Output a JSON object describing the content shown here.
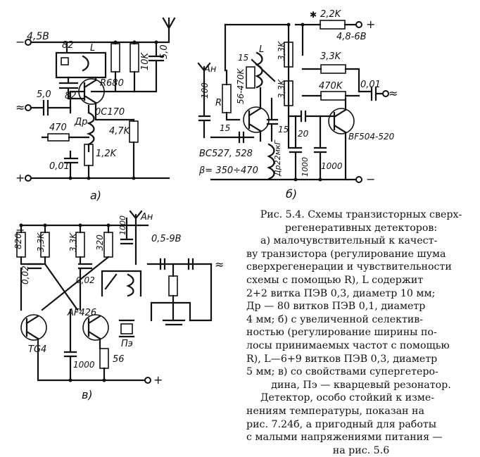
{
  "circuit_a": {
    "label": "а)",
    "supply": "4,5В",
    "plus": "+",
    "minus": "−",
    "input": "≈",
    "components": [
      "82",
      "L",
      "82",
      "R680",
      "10K",
      "5,0",
      "5,0",
      "0C170",
      "Др",
      "470",
      "4,7K",
      "1,2K",
      "0,01"
    ]
  },
  "circuit_b": {
    "label": "б)",
    "antenna": "Ан",
    "supply": "4,8-6В",
    "star_resistor": "2,2K",
    "star": "✱",
    "output": "≈",
    "plus": "+",
    "minus": "−",
    "components": [
      "100",
      "R",
      "56-470K",
      "15",
      "L",
      "15",
      "3,3K",
      "3,3K",
      "3,3K",
      "470K",
      "0,01",
      "20",
      "1000",
      "1000",
      "Др22мкГ",
      "15",
      "BF504-520"
    ],
    "transistor_note": "BC527, 528",
    "beta": "β= 350÷470"
  },
  "circuit_c": {
    "label": "в)",
    "antenna": "Ан",
    "supply": "0,5-9В",
    "output": "≈",
    "plus": "+",
    "minus": "−",
    "components": [
      "820",
      "3,3K",
      "3,3K",
      "320",
      "1000",
      "0,02",
      "0,02",
      "TG4",
      "AF426",
      "Пэ",
      "1000",
      "56"
    ]
  },
  "caption": {
    "title_1": "Рис. 5.4. Схемы транзисторных сверх-",
    "title_2": "регенеративных детекторов:",
    "body": [
      "а) малочувствительный к качест-",
      "ву транзистора (регулирование шума",
      "сверхрегенерации и чувствительности",
      "схемы с помощью R), L содержит",
      "2+2 витка ПЭВ 0,3, диаметр 10 мм;",
      "Др — 80 витков ПЭВ 0,1, диаметр",
      "4 мм; б) с увеличенной селектив-",
      "ностью (регулирование ширины по-",
      "лосы принимаемых частот с помощью",
      "R), L—6+9 витков ПЭВ 0,3, диаметр",
      "5 мм; в) со свойствами супергетеро-",
      "дина, Пэ — кварцевый резонатор."
    ],
    "para2": [
      "Детектор, особо стойкий к изме-",
      "нениям температуры, показан на",
      "рис. 7.24б, а пригодный для работы",
      "с малыми напряжениями питания —",
      "на рис. 5.6"
    ]
  }
}
